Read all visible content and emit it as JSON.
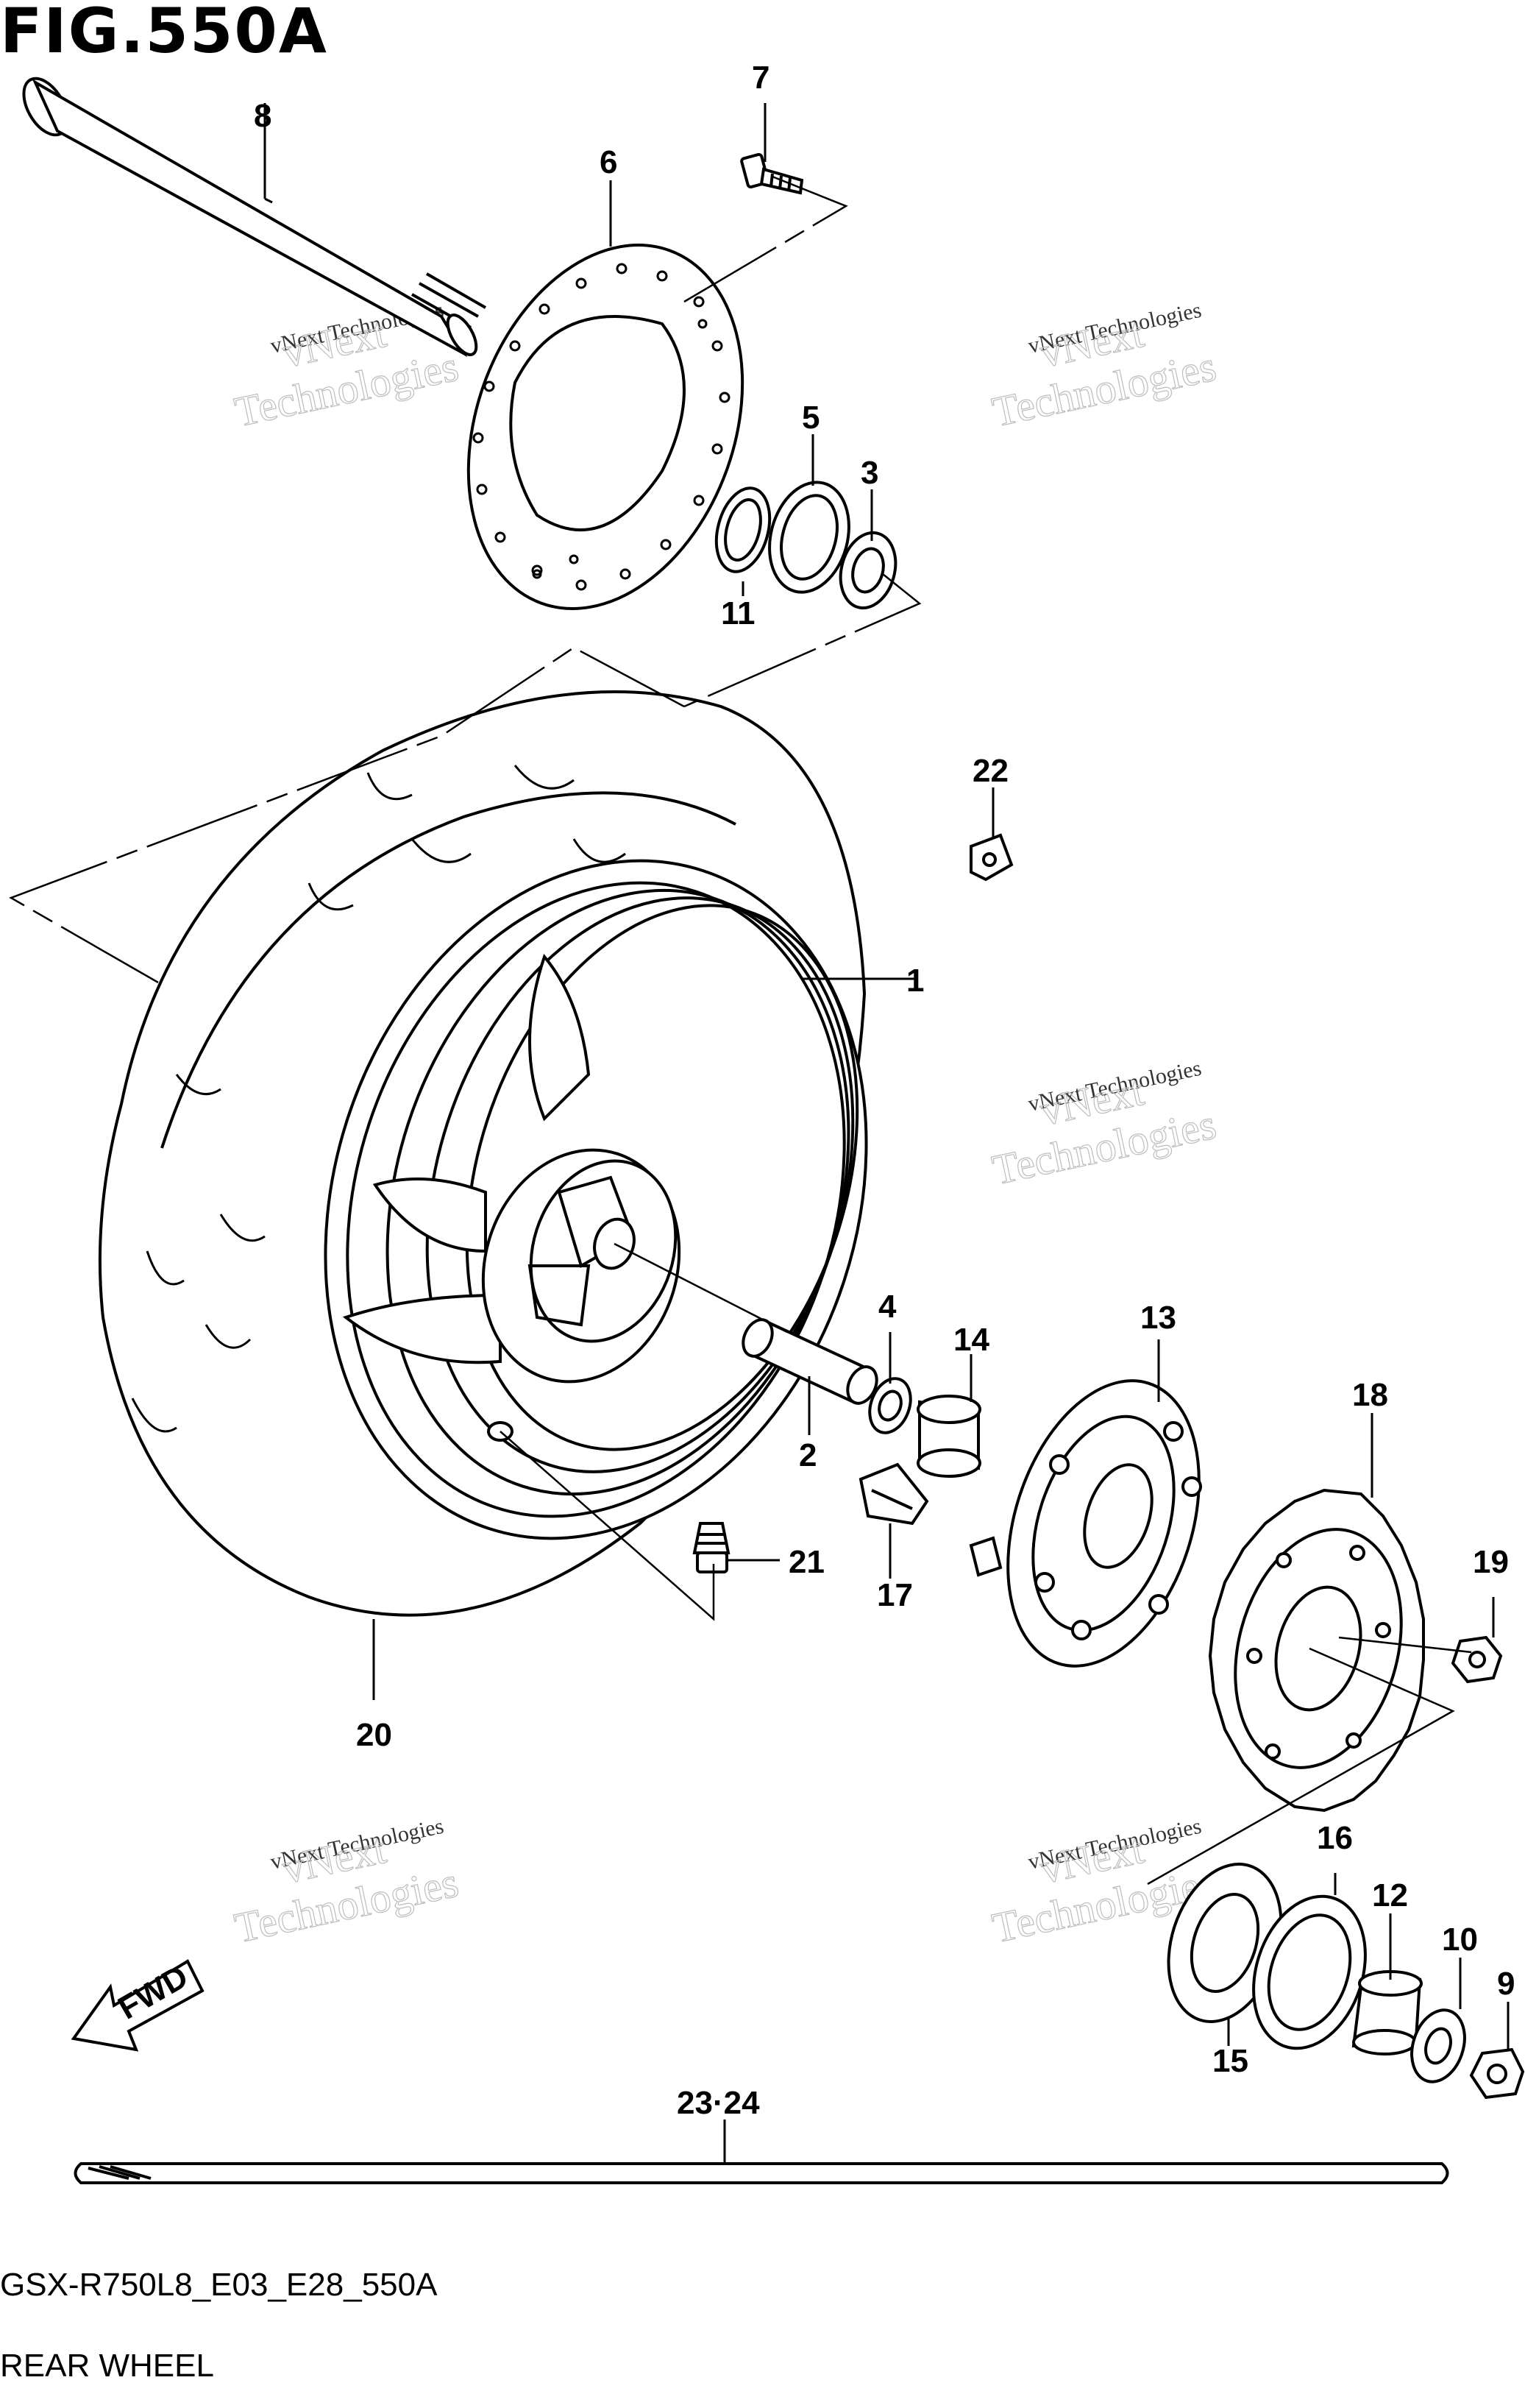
{
  "figure": {
    "title": "FIG.550A",
    "model_code": "GSX-R750L8_E03_E28_550A",
    "section_name": "REAR WHEEL"
  },
  "watermark": {
    "line1": "vNext Technologies",
    "outline_top": "vNext",
    "outline_bottom": "Technologies"
  },
  "direction_arrow": {
    "text": "FWD"
  },
  "callouts": {
    "p1": "1",
    "p2": "2",
    "p3": "3",
    "p4": "4",
    "p5": "5",
    "p6": "6",
    "p7": "7",
    "p8": "8",
    "p9": "9",
    "p10": "10",
    "p11": "11",
    "p12": "12",
    "p13": "13",
    "p14": "14",
    "p15": "15",
    "p16": "16",
    "p17": "17",
    "p18": "18",
    "p19": "19",
    "p20": "20",
    "p21": "21",
    "p22": "22",
    "p23_24": "23·24"
  }
}
